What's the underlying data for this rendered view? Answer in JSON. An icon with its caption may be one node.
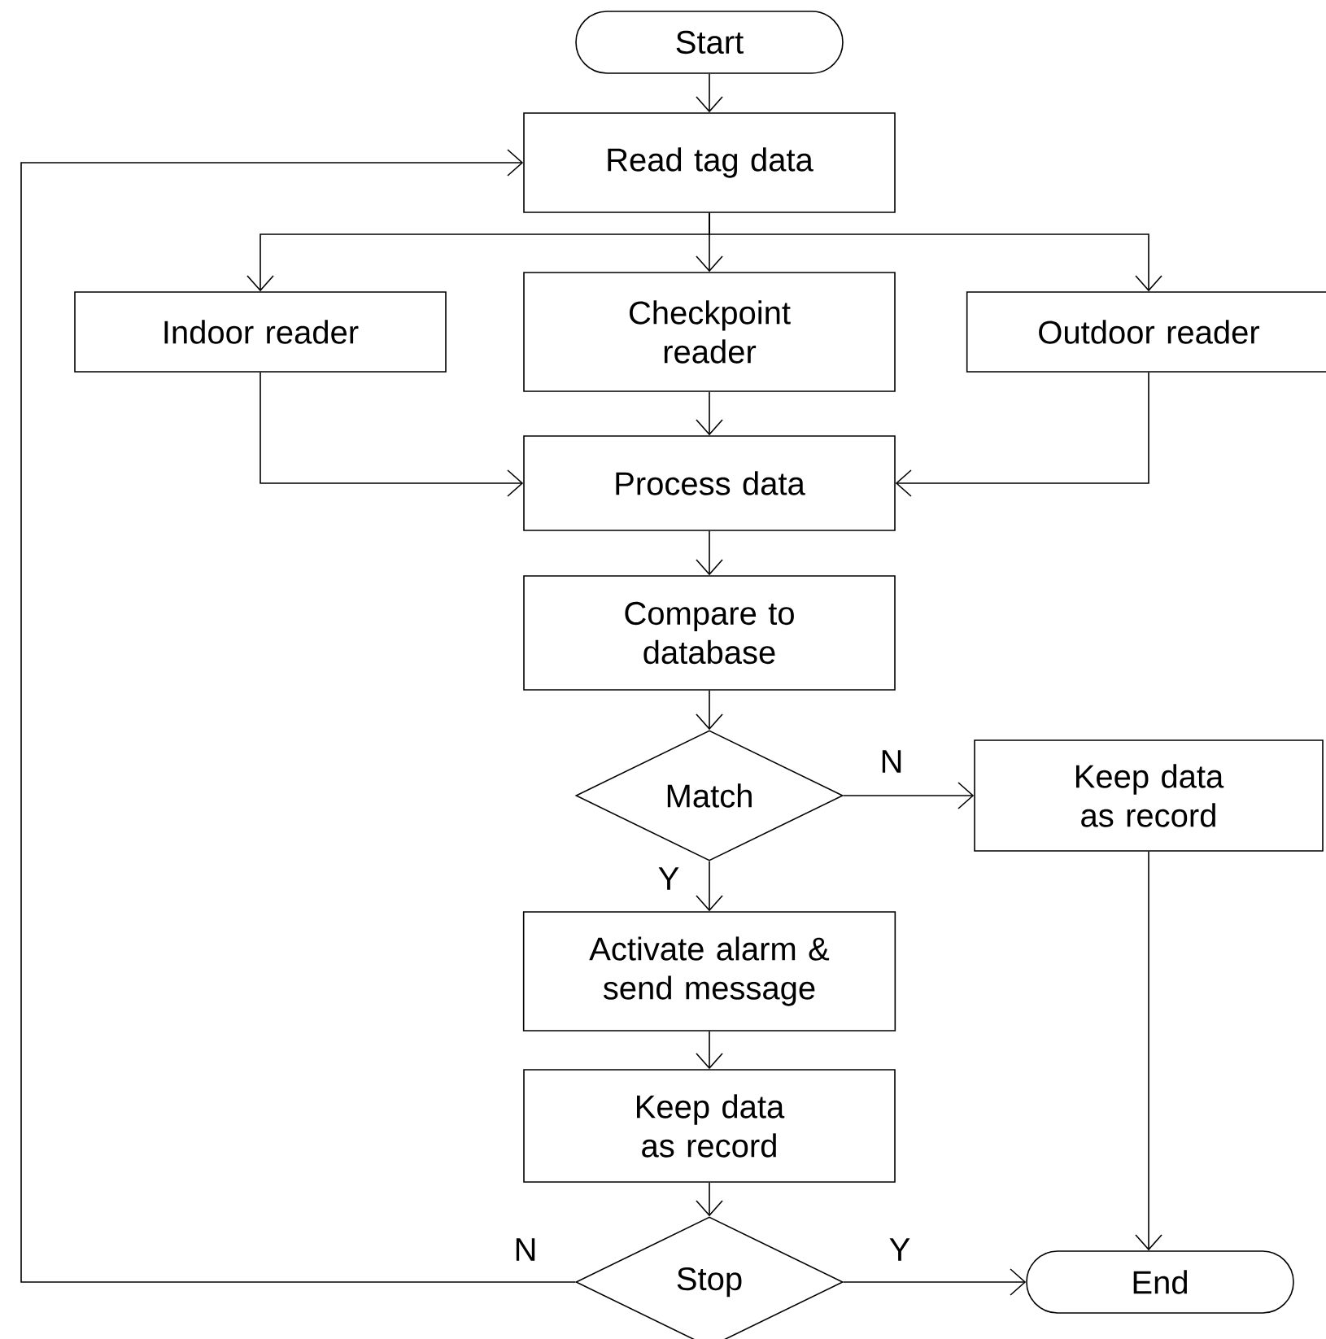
{
  "diagram": {
    "nodes": [
      {
        "text": [
          "Start"
        ]
      },
      {
        "text": [
          "Read tag data"
        ]
      },
      {
        "text": [
          "Indoor reader"
        ]
      },
      {
        "text": [
          "Checkpoint reader"
        ]
      },
      {
        "text": [
          "Outdoor reader"
        ]
      },
      {
        "text": [
          "Process data"
        ]
      },
      {
        "text": [
          "Compare to database"
        ]
      },
      {
        "text": [
          "Match"
        ]
      },
      {
        "text": [
          "Keep data as record"
        ]
      },
      {
        "text": [
          "Activate alarm & send message"
        ]
      },
      {
        "text": [
          "Keep data as record"
        ]
      },
      {
        "text": [
          "Stop"
        ]
      },
      {
        "text": [
          "End"
        ]
      }
    ],
    "edges": [
      {
        "from": 0,
        "to": 1,
        "arrow": "to"
      },
      {
        "from": 1,
        "to": 2,
        "arrow": "to"
      },
      {
        "from": 1,
        "to": 3,
        "arrow": "to"
      },
      {
        "from": 1,
        "to": 4,
        "arrow": "to"
      },
      {
        "from": 2,
        "to": 5,
        "arrow": "to"
      },
      {
        "from": 3,
        "to": 5,
        "arrow": "to"
      },
      {
        "from": 4,
        "to": 5,
        "arrow": "to"
      },
      {
        "from": 5,
        "to": 6,
        "arrow": "to"
      },
      {
        "from": 6,
        "to": 7,
        "arrow": "to"
      },
      {
        "from": 7,
        "to": 8,
        "arrow": "to",
        "label": "N"
      },
      {
        "from": 7,
        "to": 9,
        "arrow": "to",
        "label": "Y"
      },
      {
        "from": 9,
        "to": 10,
        "arrow": "to"
      },
      {
        "from": 10,
        "to": 11,
        "arrow": "to"
      },
      {
        "from": 11,
        "to": 12,
        "arrow": "to",
        "label": "Y"
      },
      {
        "from": 11,
        "to": 1,
        "arrow": "to",
        "label": "N"
      },
      {
        "from": 8,
        "to": 12,
        "arrow": "to"
      }
    ]
  }
}
